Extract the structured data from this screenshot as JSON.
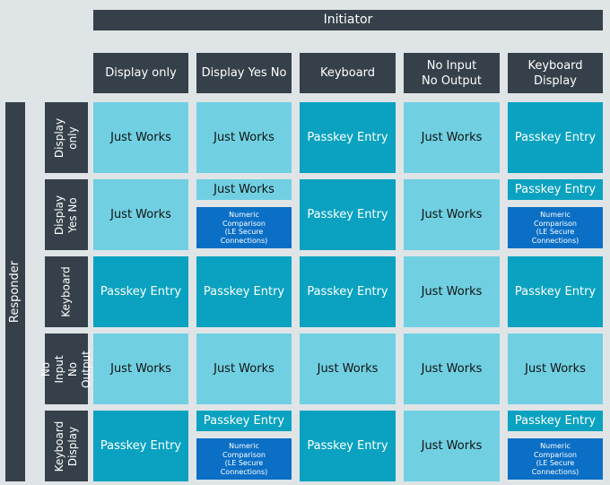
{
  "initiator_label": "Initiator",
  "responder_label": "Responder",
  "columns": [
    "Display only",
    "Display Yes No",
    "Keyboard",
    "No Input\nNo Output",
    "Keyboard\nDisplay"
  ],
  "rows": [
    "Display\nonly",
    "Display\nYes No",
    "Keyboard",
    "No Input\nNo Output",
    "Keyboard\nDisplay"
  ],
  "methods": {
    "just_works": "Just Works",
    "passkey_entry": "Passkey Entry",
    "numeric_comparison": "Numeric\nComparison\n(LE Secure\nConnections)"
  },
  "colors": {
    "header": "#35404a",
    "just_works": "#70d0e2",
    "passkey_entry": "#0aa2c0",
    "numeric_comparison": "#0b6fc6",
    "background": "#dfe4e7"
  }
}
